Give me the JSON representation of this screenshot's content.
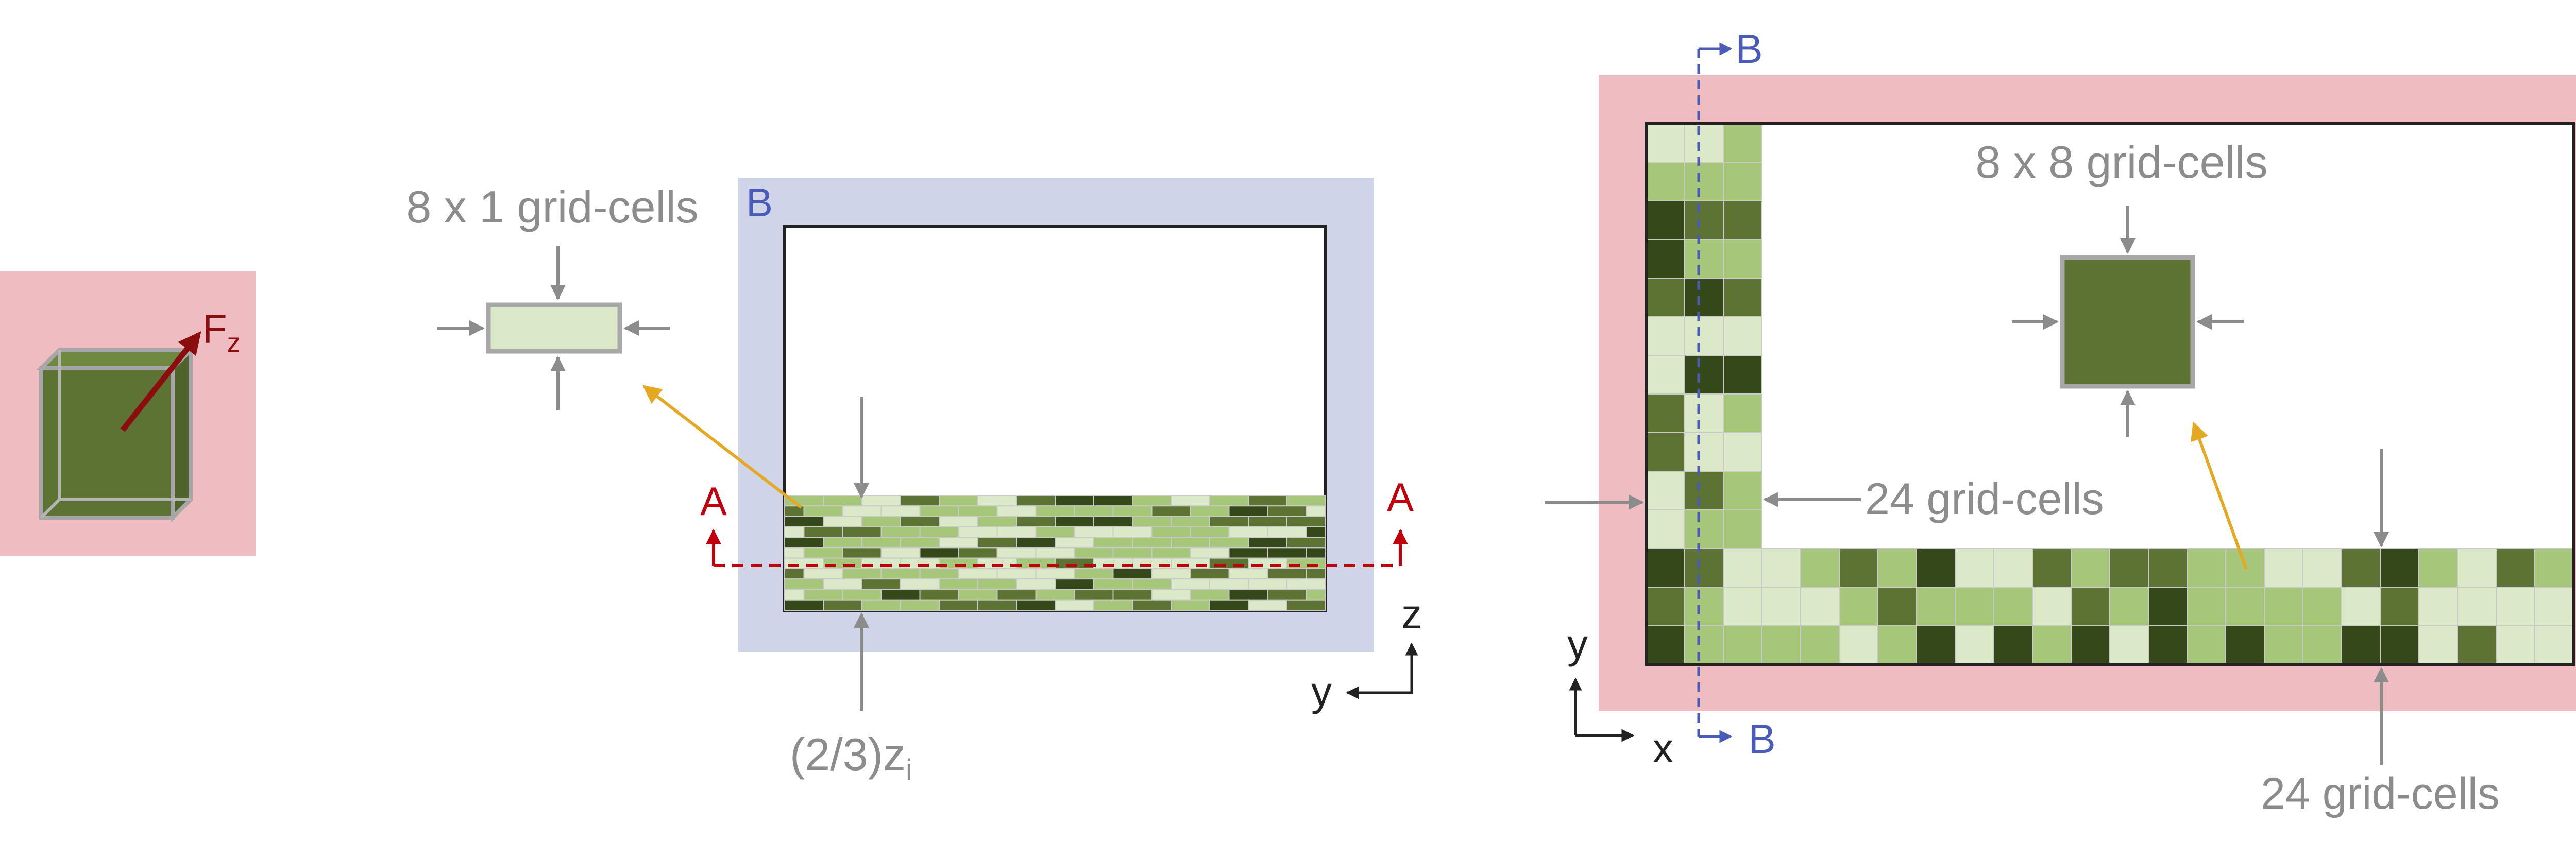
{
  "labels": {
    "force": "F",
    "force_sub": "z",
    "section_b": "B",
    "section_a": "A",
    "cells_8x1": "8 x 1 grid-cells",
    "cells_8x8": "8 x 8 grid-cells",
    "cells_24_left": "24 grid-cells",
    "cells_24_bottom": "24 grid-cells",
    "height_main": "(2/3)z",
    "height_sub": "i",
    "axis_z": "z",
    "axis_y_mid": "y",
    "axis_y_right": "y",
    "axis_x": "x"
  },
  "colors": {
    "pink_region": "#efbcc1",
    "blue_region": "#cfd4e9",
    "dark_green": "#5c7334",
    "mid_green": "#a6c67a",
    "light_green": "#dbe9c9",
    "deep_green": "#34481a",
    "section_red": "#c0000c",
    "section_blue": "#4a5cb8",
    "arrow_gray": "#8c8c8c",
    "label_gray": "#8c8c8c",
    "pointer_yellow": "#e5a823"
  }
}
